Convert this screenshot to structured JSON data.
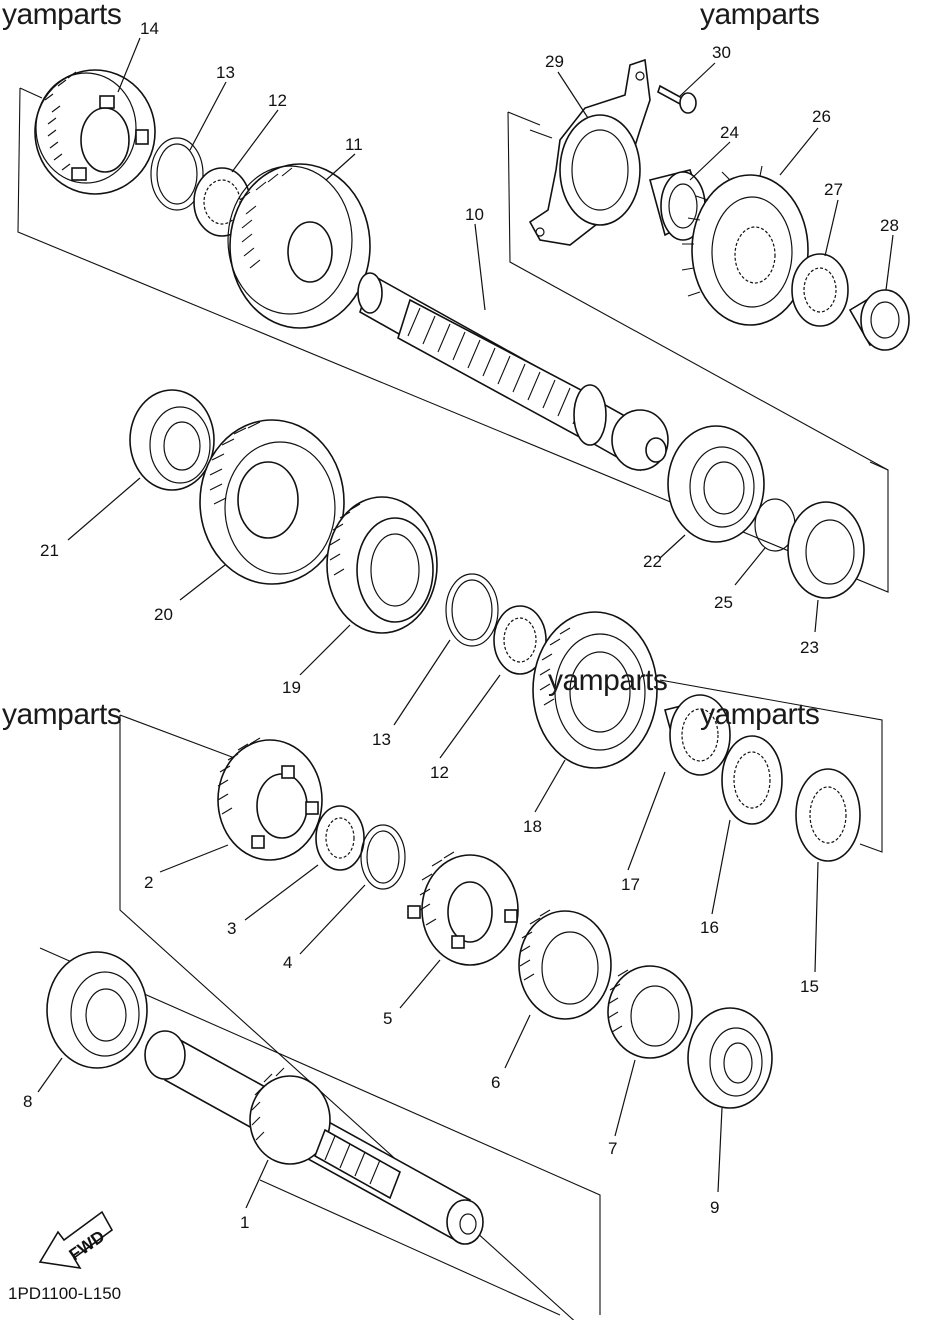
{
  "watermarks": [
    "yamparts",
    "yamparts",
    "yamparts",
    "yamparts"
  ],
  "drawing_code": "1PD1100-L150",
  "fwd_label": "FWD",
  "callouts": [
    "1",
    "2",
    "3",
    "4",
    "5",
    "6",
    "7",
    "8",
    "9",
    "10",
    "11",
    "12",
    "12",
    "13",
    "13",
    "14",
    "15",
    "16",
    "17",
    "18",
    "19",
    "20",
    "21",
    "22",
    "23",
    "24",
    "25",
    "26",
    "27",
    "28",
    "29",
    "30"
  ],
  "parts": [
    {
      "ref": "1",
      "icon": "main-axle-icon"
    },
    {
      "ref": "2",
      "icon": "gear-icon"
    },
    {
      "ref": "3",
      "icon": "washer-icon"
    },
    {
      "ref": "4",
      "icon": "circlip-icon"
    },
    {
      "ref": "5",
      "icon": "gear-icon"
    },
    {
      "ref": "6",
      "icon": "gear-icon"
    },
    {
      "ref": "7",
      "icon": "gear-icon"
    },
    {
      "ref": "8",
      "icon": "bearing-icon"
    },
    {
      "ref": "9",
      "icon": "bearing-icon"
    },
    {
      "ref": "10",
      "icon": "drive-axle-icon"
    },
    {
      "ref": "11",
      "icon": "gear-icon"
    },
    {
      "ref": "12",
      "icon": "washer-icon"
    },
    {
      "ref": "13",
      "icon": "circlip-icon"
    },
    {
      "ref": "14",
      "icon": "gear-icon"
    },
    {
      "ref": "15",
      "icon": "lock-washer-icon"
    },
    {
      "ref": "16",
      "icon": "lock-washer-icon"
    },
    {
      "ref": "17",
      "icon": "collar-icon"
    },
    {
      "ref": "18",
      "icon": "gear-icon"
    },
    {
      "ref": "19",
      "icon": "gear-icon"
    },
    {
      "ref": "20",
      "icon": "gear-icon"
    },
    {
      "ref": "21",
      "icon": "bearing-icon"
    },
    {
      "ref": "22",
      "icon": "bearing-icon"
    },
    {
      "ref": "23",
      "icon": "oil-seal-icon"
    },
    {
      "ref": "24",
      "icon": "collar-icon"
    },
    {
      "ref": "25",
      "icon": "o-ring-icon"
    },
    {
      "ref": "26",
      "icon": "sprocket-icon"
    },
    {
      "ref": "27",
      "icon": "lock-washer-icon"
    },
    {
      "ref": "28",
      "icon": "nut-icon"
    },
    {
      "ref": "29",
      "icon": "sprocket-cover-plate-icon"
    },
    {
      "ref": "30",
      "icon": "bolt-icon"
    }
  ]
}
